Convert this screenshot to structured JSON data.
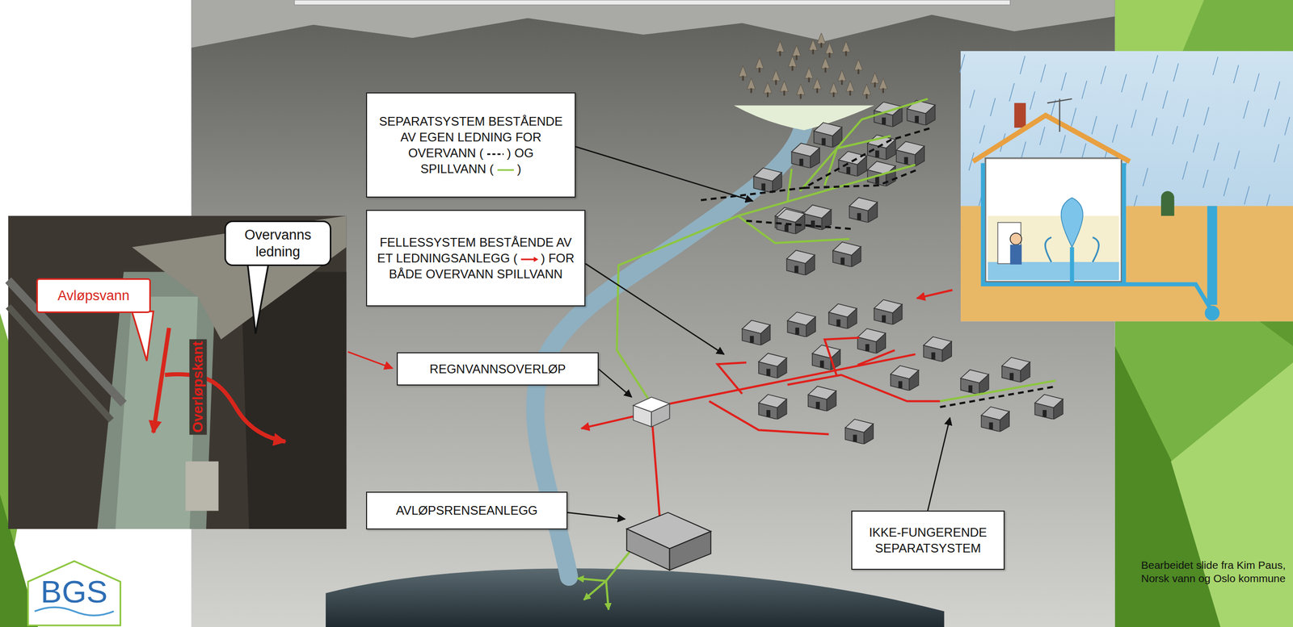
{
  "diagram": {
    "nodes": [
      {
        "text": [
          "SEPARATSYSTEM BESTÅENDE AV EGEN LEDNING FOR OVERVANN (",
          ") OG SPILLVANN (",
          ")"
        ]
      },
      {
        "text": [
          "FELLESSYSTEM BESTÅENDE AV ET LEDNINGSANLEGG (",
          ") FOR BÅDE OVERVANN SPILLVANN"
        ]
      },
      {
        "text": [
          "REGNVANNSOVERLØP"
        ]
      },
      {
        "text": [
          "AVLØPSRENSEANLEGG"
        ]
      },
      {
        "text": [
          "IKKE-FUNGERENDE SEPARATSYSTEM"
        ]
      },
      {
        "text": [
          "Overvanns ledning"
        ]
      },
      {
        "text": [
          "Avløpsvann"
        ]
      }
    ],
    "labels": [
      "Overløpskant",
      "Bearbeidet slide fra Kim Paus, Norsk vann og Oslo kommune",
      "BGS"
    ]
  }
}
